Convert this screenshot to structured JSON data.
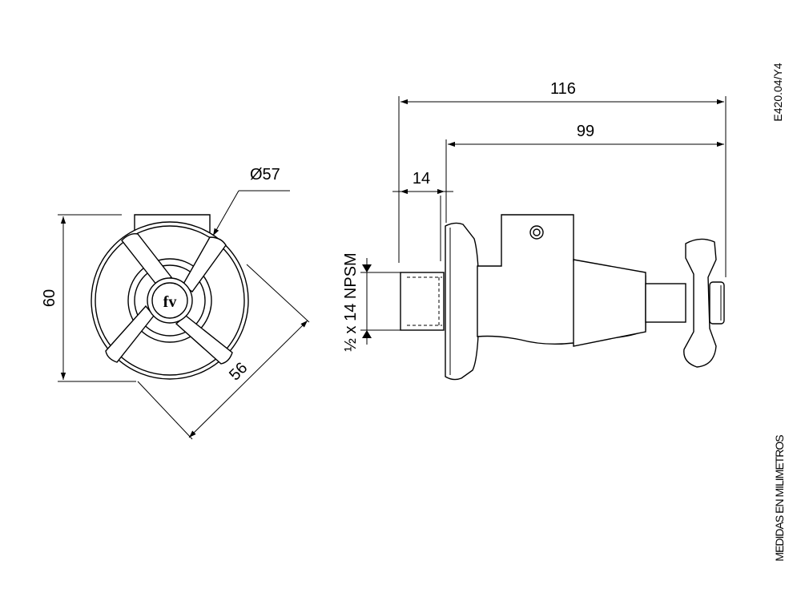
{
  "drawing_code": "E420.04/Y4",
  "units_note": "MEDIDAS EN MILIMETROS",
  "logo_text": "fv",
  "thread_spec": "½ x 14 NPSM",
  "dimensions": {
    "front_height": "60",
    "front_diameter": "Ø57",
    "front_diagonal": "56",
    "overall_length": "116",
    "body_length": "99",
    "spout_length": "14"
  },
  "colors": {
    "line": "#000000",
    "background": "#ffffff"
  }
}
